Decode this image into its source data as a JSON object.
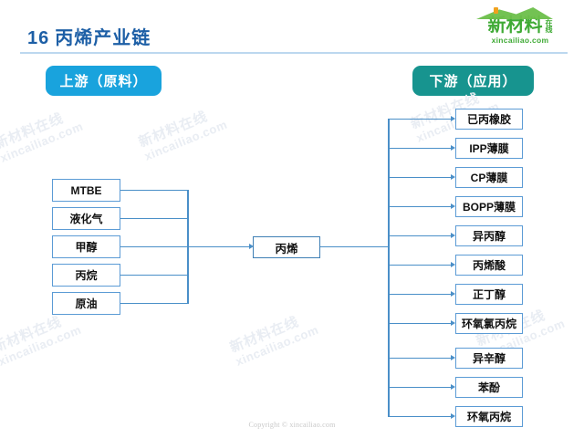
{
  "slide": {
    "number": "16",
    "title": "丙烯产业链",
    "footer": "Copyright © xincailiao.com"
  },
  "logo": {
    "brand_cn": "新材料",
    "brand_suffix_top": "在",
    "brand_suffix_bottom": "线",
    "url": "xincailiao.com",
    "color": "#3faa35",
    "accent_color": "#f0a11e"
  },
  "sections": {
    "upstream": {
      "label": "上游（原料）",
      "color": "#19a3dd"
    },
    "downstream": {
      "label": "下游（应用）",
      "color": "#17948f"
    }
  },
  "diagram": {
    "type": "flow",
    "node_border_color": "#5b9bd5",
    "connector_color": "#4a8fc8",
    "center": {
      "label": "丙烯"
    },
    "upstream_nodes": [
      {
        "label": "MTBE"
      },
      {
        "label": "液化气"
      },
      {
        "label": "甲醇"
      },
      {
        "label": "丙烷"
      },
      {
        "label": "原油"
      }
    ],
    "downstream_nodes": [
      {
        "label": "已丙橡胶"
      },
      {
        "label": "IPP薄膜"
      },
      {
        "label": "CP薄膜"
      },
      {
        "label": "BOPP薄膜"
      },
      {
        "label": "异丙醇"
      },
      {
        "label": "丙烯酸"
      },
      {
        "label": "正丁醇"
      },
      {
        "label": "环氧氯丙烷"
      },
      {
        "label": "异辛醇"
      },
      {
        "label": "苯酚"
      },
      {
        "label": "环氧丙烷"
      }
    ]
  },
  "watermark": {
    "line1": "新材料在线",
    "line2": "xincailiao.com"
  }
}
